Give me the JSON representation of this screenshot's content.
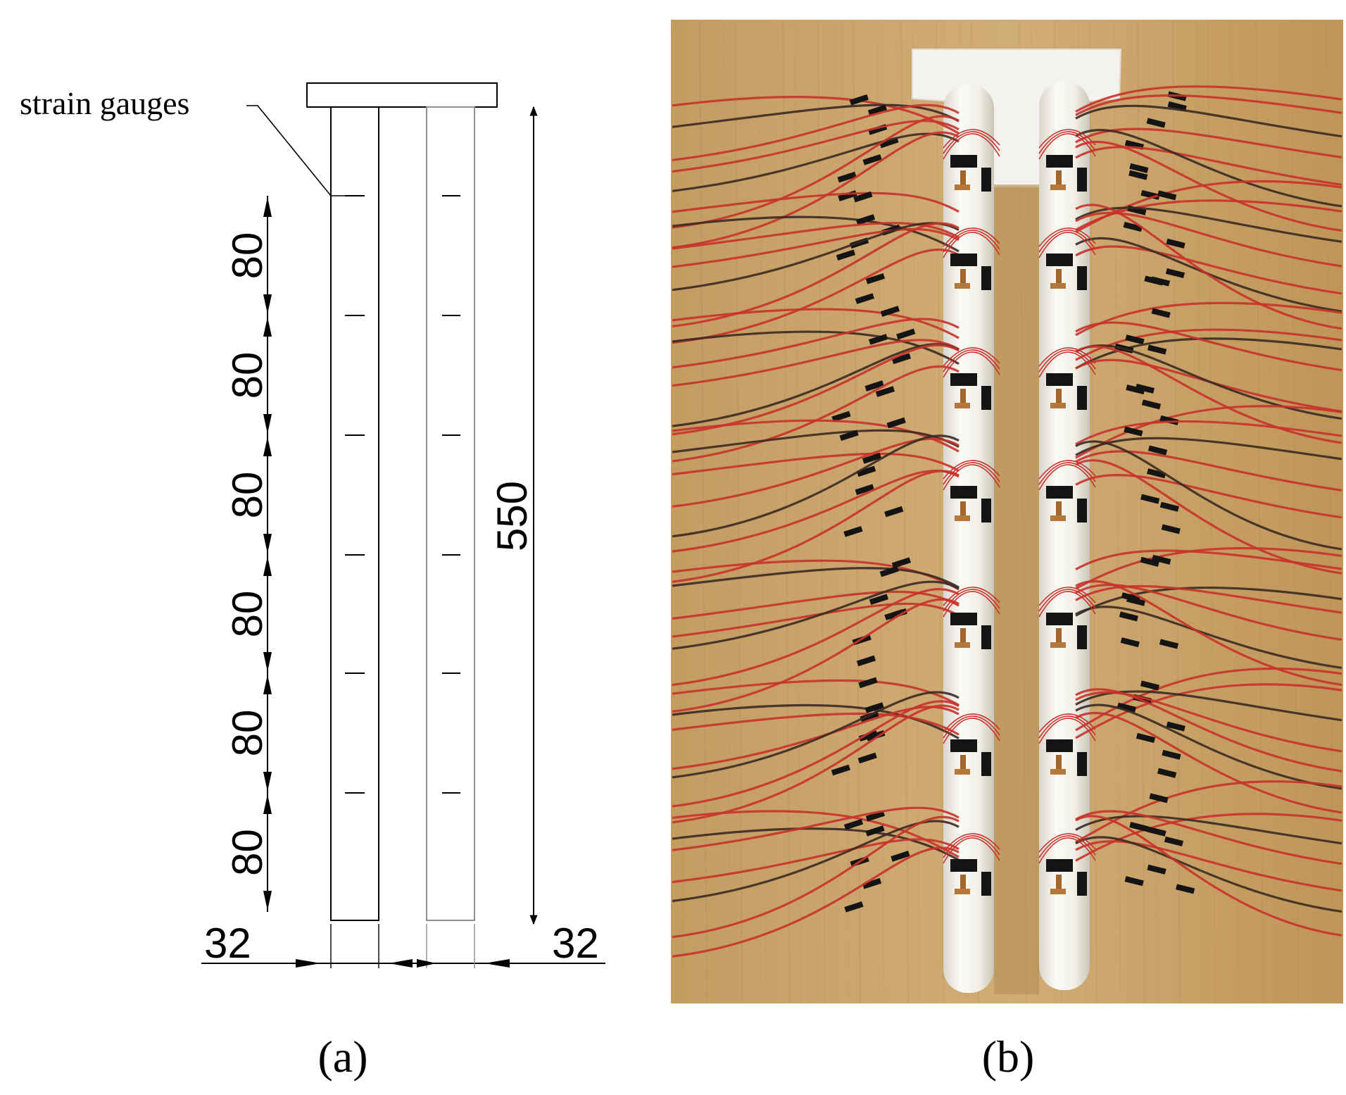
{
  "panel_a": {
    "callout_label": "strain gauges",
    "vertical_spacings": [
      "80",
      "80",
      "80",
      "80",
      "80",
      "80"
    ],
    "overall_length": "550",
    "bottom_left_dim": "32",
    "bottom_right_dim": "32",
    "panel_label": "(a)"
  },
  "panel_b": {
    "panel_label": "(b)"
  },
  "colors": {
    "line": "#000000",
    "faint_line": "#9a9a9a",
    "wood": "#c9a46b",
    "wood_dark": "#b88f56",
    "pile": "#f3f1ea",
    "wire_red": "#c8322a",
    "wire_dark": "#3a2a22",
    "tape": "#141414"
  }
}
